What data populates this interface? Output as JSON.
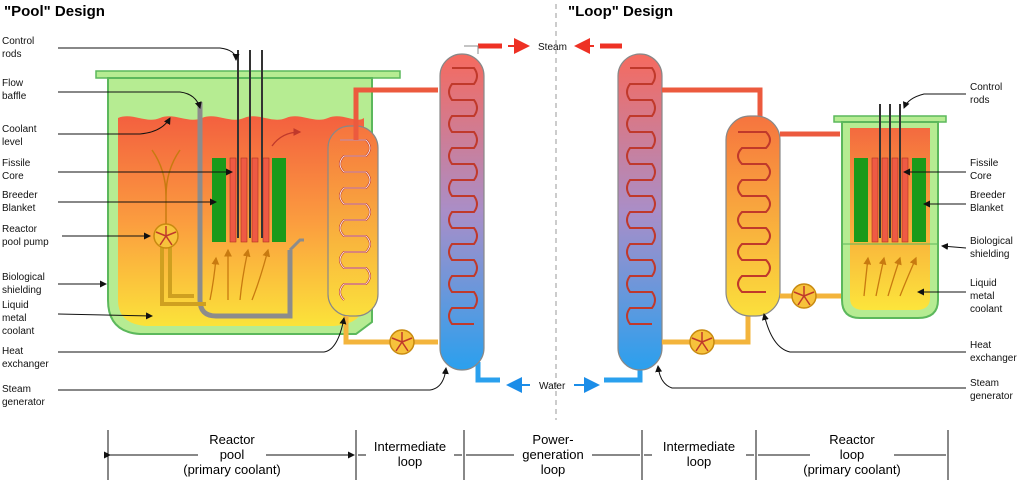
{
  "titles": {
    "pool": "\"Pool\" Design",
    "loop": "\"Loop\" Design"
  },
  "flows": {
    "steam": "Steam",
    "water": "Water"
  },
  "left_labels": {
    "control_rods": [
      "Control",
      "rods"
    ],
    "flow_baffle": [
      "Flow",
      "baffle"
    ],
    "coolant_level": [
      "Coolant",
      "level"
    ],
    "fissile_core": [
      "Fissile",
      "Core"
    ],
    "breeder_blanket": [
      "Breeder",
      "Blanket"
    ],
    "reactor_pump": [
      "Reactor",
      "pool pump"
    ],
    "bio_shield": [
      "Biological",
      "shielding"
    ],
    "liquid_metal": [
      "Liquid",
      "metal",
      "coolant"
    ],
    "heat_exchanger": [
      "Heat",
      "exchanger"
    ],
    "steam_gen": [
      "Steam",
      "generator"
    ]
  },
  "right_labels": {
    "control_rods": [
      "Control",
      "rods"
    ],
    "fissile_core": [
      "Fissile",
      "Core"
    ],
    "breeder_blanket": [
      "Breeder",
      "Blanket"
    ],
    "bio_shield": [
      "Biological",
      "shielding"
    ],
    "liquid_metal": [
      "Liquid",
      "metal",
      "coolant"
    ],
    "heat_exchanger": [
      "Heat",
      "exchanger"
    ],
    "steam_gen": [
      "Steam",
      "generator"
    ]
  },
  "sections": {
    "reactor_pool": [
      "Reactor",
      "pool",
      "(primary coolant)"
    ],
    "intermediate_left": [
      "Intermediate",
      "loop"
    ],
    "power_gen": [
      "Power-",
      "generation",
      "loop"
    ],
    "intermediate_right": [
      "Intermediate",
      "loop"
    ],
    "reactor_loop": [
      "Reactor",
      "loop",
      "(primary coolant)"
    ]
  },
  "colors": {
    "vessel_green": "#b6ec92",
    "vessel_border": "#5cb85c",
    "hot": "#f25f43",
    "cold": "#f8de3c",
    "steam_red": "#ee3124",
    "water_blue": "#1b8de8",
    "breeder": "#1a9a1a"
  }
}
